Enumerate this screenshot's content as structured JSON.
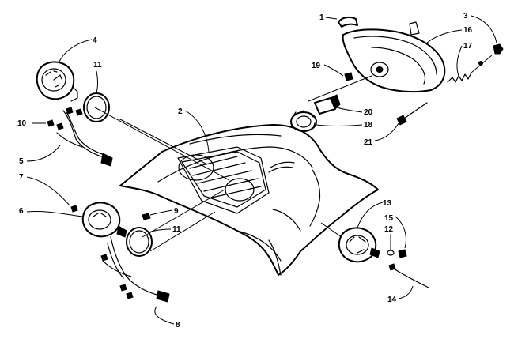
{
  "callouts": [
    "1",
    "2",
    "3",
    "4",
    "5",
    "6",
    "7",
    "8",
    "9",
    "10",
    "11",
    "11",
    "12",
    "13",
    "14",
    "15",
    "16",
    "17",
    "18",
    "19",
    "20",
    "21"
  ]
}
